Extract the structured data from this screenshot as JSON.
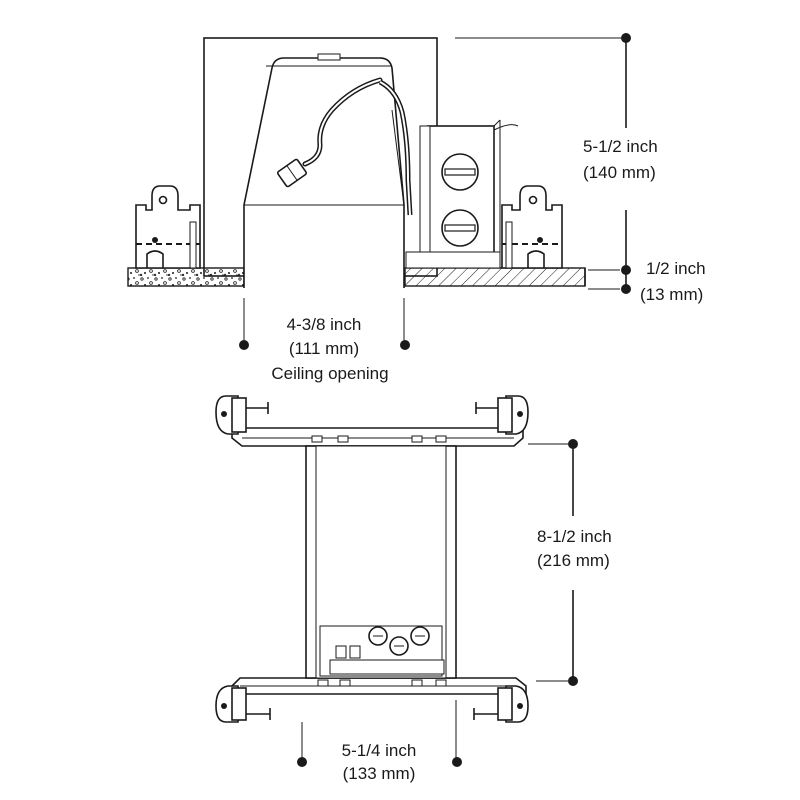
{
  "side_view": {
    "height_dim": {
      "line1": "5-1/2 inch",
      "line2": "(140 mm)"
    },
    "ceiling_dim": {
      "line1": "1/2 inch",
      "line2": "(13 mm)"
    },
    "opening_dim": {
      "line1": "4-3/8 inch",
      "line2": "(111 mm)",
      "caption": "Ceiling opening"
    }
  },
  "top_view": {
    "length_dim": {
      "line1": "8-1/2 inch",
      "line2": "(216 mm)"
    },
    "width_dim": {
      "line1": "5-1/4 inch",
      "line2": "(133 mm)"
    }
  }
}
